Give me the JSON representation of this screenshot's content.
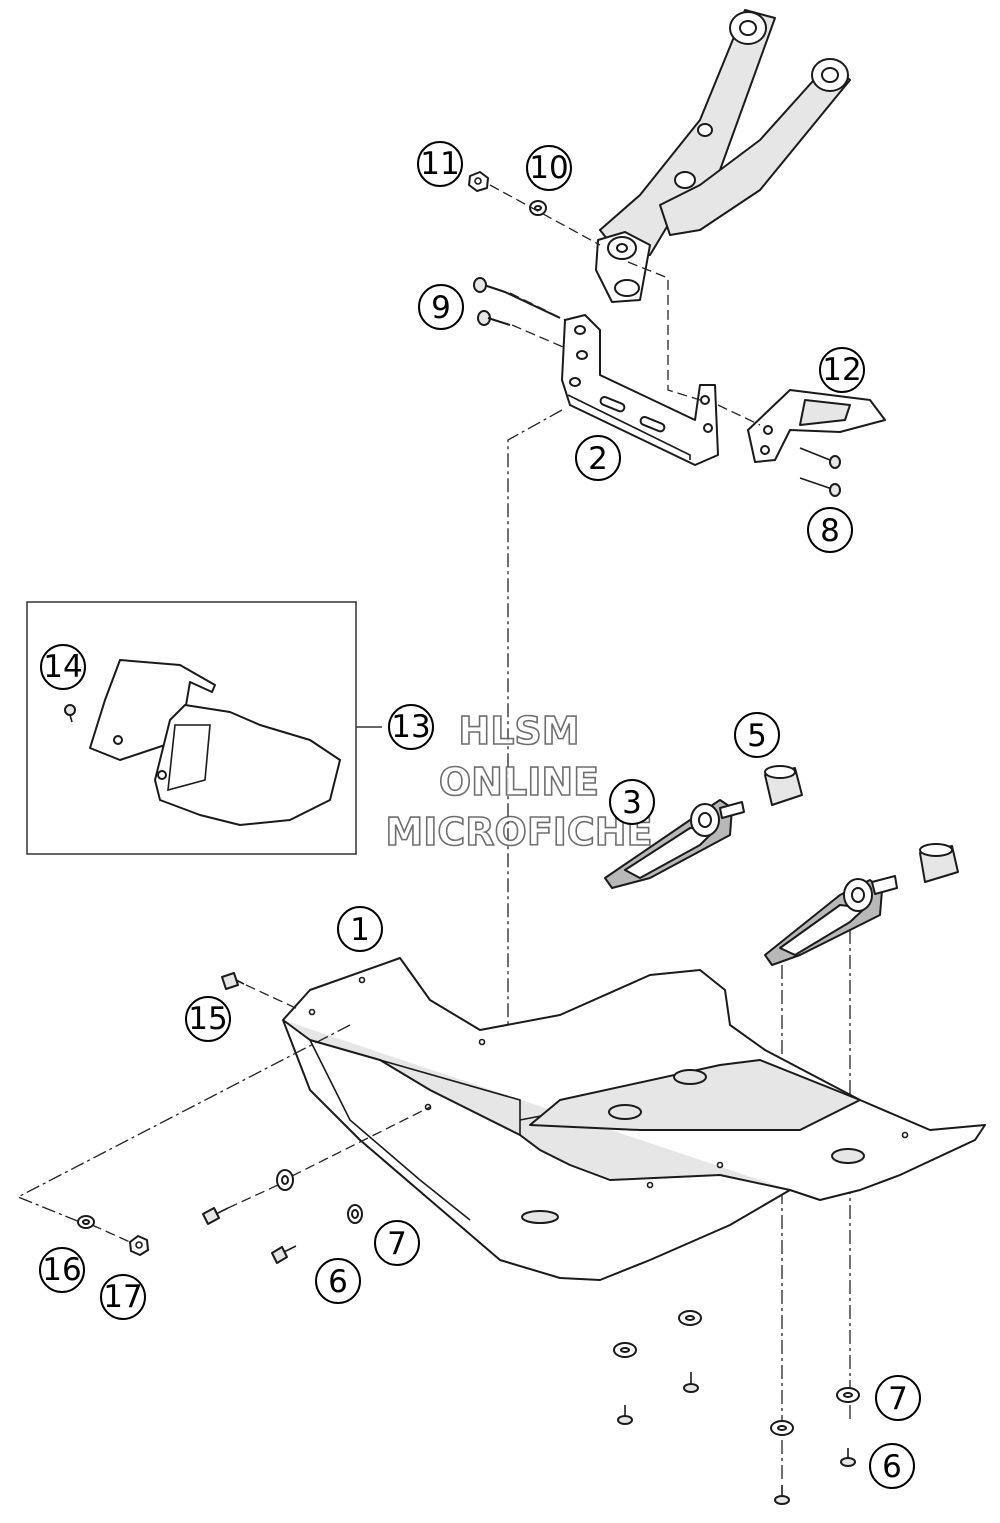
{
  "watermark": {
    "line1": "HLSM",
    "line2": "ONLINE",
    "line3": "MICROFICHE"
  },
  "callouts": {
    "c1": "1",
    "c2": "2",
    "c3": "3",
    "c5": "5",
    "c6a": "6",
    "c6b": "6",
    "c7a": "7",
    "c7b": "7",
    "c8": "8",
    "c9": "9",
    "c10": "10",
    "c11": "11",
    "c12": "12",
    "c13": "13",
    "c14": "14",
    "c15": "15",
    "c16": "16",
    "c17": "17"
  },
  "colors": {
    "line": "#1a1a1a",
    "shade": "#e6e6e6",
    "background": "#ffffff"
  }
}
